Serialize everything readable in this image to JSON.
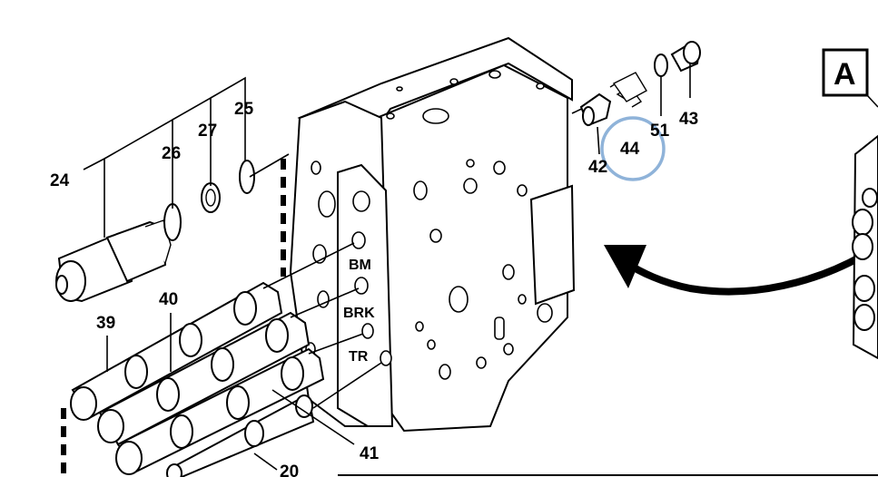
{
  "diagram": {
    "section_label": "A",
    "highlight_color": "#8fb3d9",
    "callouts": {
      "c24": "24",
      "c26": "26",
      "c27": "27",
      "c25": "25",
      "c39": "39",
      "c40": "40",
      "c41": "41",
      "c20": "20",
      "c42": "42",
      "c44": "44",
      "c51": "51",
      "c43": "43"
    },
    "port_labels": {
      "bm": "BM",
      "brk": "BRK",
      "tr": "TR"
    }
  }
}
